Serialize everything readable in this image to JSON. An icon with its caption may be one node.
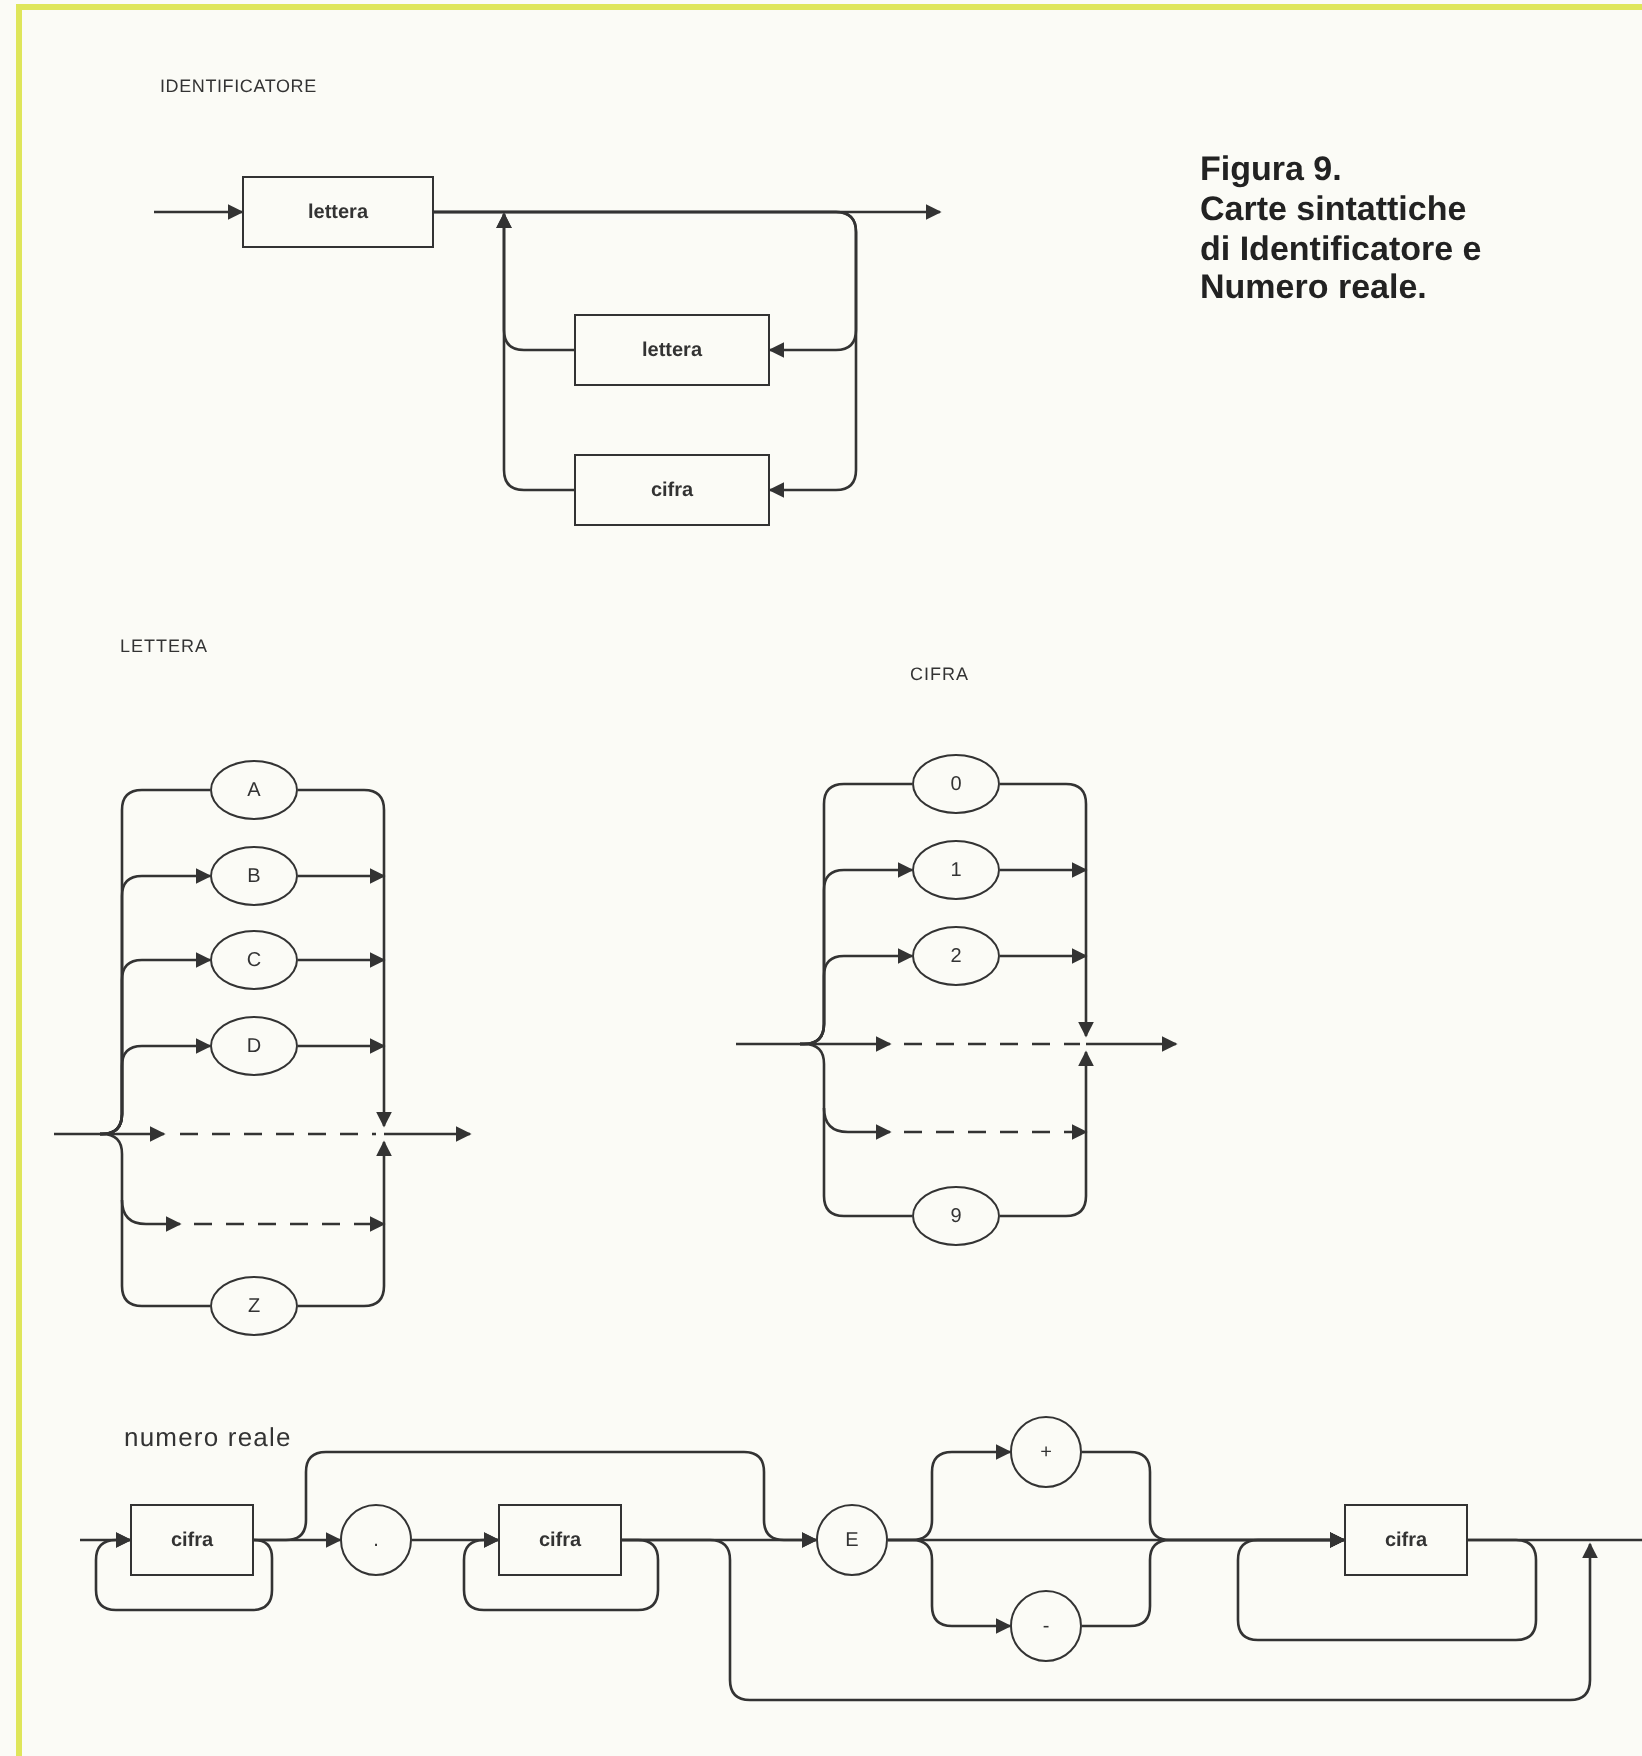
{
  "diagram": {
    "title": "Figura 9.",
    "caption": "Carte sintattiche di Identificatore e Numero reale.",
    "nodes": [
      {
        "text": [
          "lettera"
        ]
      },
      {
        "text": [
          "lettera"
        ]
      },
      {
        "text": [
          "cifra"
        ]
      },
      {
        "text": [
          "A"
        ]
      },
      {
        "text": [
          "B"
        ]
      },
      {
        "text": [
          "C"
        ]
      },
      {
        "text": [
          "D"
        ]
      },
      {
        "text": [
          "Z"
        ]
      },
      {
        "text": [
          "0"
        ]
      },
      {
        "text": [
          "1"
        ]
      },
      {
        "text": [
          "2"
        ]
      },
      {
        "text": [
          "9"
        ]
      },
      {
        "text": [
          "cifra"
        ]
      },
      {
        "text": [
          "."
        ]
      },
      {
        "text": [
          "cifra"
        ]
      },
      {
        "text": [
          "E"
        ]
      },
      {
        "text": [
          "+"
        ]
      },
      {
        "text": [
          "-"
        ]
      },
      {
        "text": [
          "cifra"
        ]
      }
    ],
    "edges": [
      {
        "from": null,
        "to": 0,
        "arrow": "to"
      },
      {
        "from": 0,
        "to": null,
        "arrow": "to"
      },
      {
        "from": 0,
        "to": 1,
        "arrow": "to"
      },
      {
        "from": 0,
        "to": 2,
        "arrow": "to"
      },
      {
        "from": 1,
        "to": null,
        "arrow": "to"
      },
      {
        "from": 2,
        "to": null,
        "arrow": "to"
      },
      {
        "from": null,
        "to": 3,
        "arrow": "none"
      },
      {
        "from": 3,
        "to": null,
        "arrow": "to"
      },
      {
        "from": null,
        "to": 4,
        "arrow": "to"
      },
      {
        "from": 4,
        "to": null,
        "arrow": "to"
      },
      {
        "from": null,
        "to": 5,
        "arrow": "to"
      },
      {
        "from": 5,
        "to": null,
        "arrow": "to"
      },
      {
        "from": null,
        "to": 6,
        "arrow": "to"
      },
      {
        "from": 6,
        "to": null,
        "arrow": "to"
      },
      {
        "from": null,
        "to": 7,
        "arrow": "none"
      },
      {
        "from": 7,
        "to": null,
        "arrow": "to"
      },
      {
        "from": null,
        "to": 8,
        "arrow": "none"
      },
      {
        "from": 8,
        "to": null,
        "arrow": "to"
      },
      {
        "from": null,
        "to": 9,
        "arrow": "to"
      },
      {
        "from": 9,
        "to": null,
        "arrow": "to"
      },
      {
        "from": null,
        "to": 10,
        "arrow": "to"
      },
      {
        "from": 10,
        "to": null,
        "arrow": "to"
      },
      {
        "from": null,
        "to": 11,
        "arrow": "none"
      },
      {
        "from": 11,
        "to": null,
        "arrow": "to"
      },
      {
        "from": null,
        "to": 12,
        "arrow": "to"
      },
      {
        "from": 12,
        "to": 12,
        "arrow": "to"
      },
      {
        "from": 12,
        "to": 13,
        "arrow": "to"
      },
      {
        "from": 13,
        "to": 14,
        "arrow": "to"
      },
      {
        "from": 14,
        "to": 14,
        "arrow": "to"
      },
      {
        "from": 12,
        "to": 15,
        "arrow": "to"
      },
      {
        "from": 14,
        "to": 15,
        "arrow": "to"
      },
      {
        "from": 14,
        "to": null,
        "arrow": "to"
      },
      {
        "from": 15,
        "to": 16,
        "arrow": "to"
      },
      {
        "from": 15,
        "to": 17,
        "arrow": "to"
      },
      {
        "from": 15,
        "to": 18,
        "arrow": "to"
      },
      {
        "from": 16,
        "to": 18,
        "arrow": "to"
      },
      {
        "from": 17,
        "to": 18,
        "arrow": "to"
      },
      {
        "from": 18,
        "to": 18,
        "arrow": "to"
      },
      {
        "from": 18,
        "to": null,
        "arrow": "none"
      }
    ],
    "labels": [
      "IDENTIFICATORE",
      "LETTERA",
      "CIFRA",
      "numero reale"
    ]
  }
}
